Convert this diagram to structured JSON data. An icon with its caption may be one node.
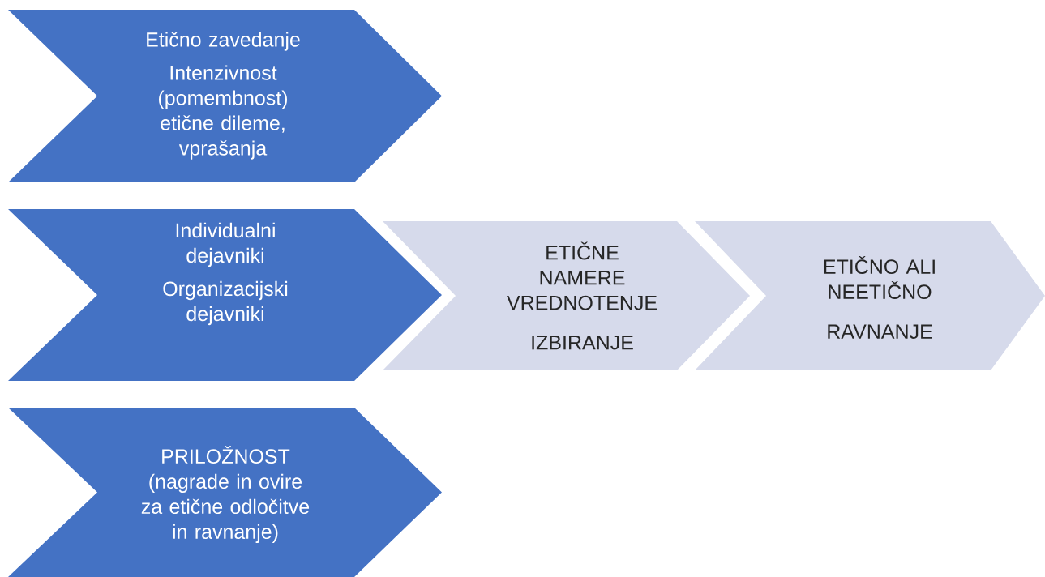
{
  "diagram": {
    "nodes": [
      {
        "text": [
          "Etično zavedanje",
          "Intenzivnost (pomembnost) etične dileme, vprašanja"
        ]
      },
      {
        "text": [
          "Individualni dejavniki",
          "Organizacijski dejavniki"
        ]
      },
      {
        "text": [
          "PRILOŽNOST (nagrade in ovire za etične odločitve in ravnanje)"
        ]
      },
      {
        "text": [
          "ETIČNE NAMERE VREDNOTENJE",
          "IZBIRANJE"
        ]
      },
      {
        "text": [
          "ETIČNO ALI NEETIČNO",
          "RAVNANJE"
        ]
      }
    ]
  }
}
